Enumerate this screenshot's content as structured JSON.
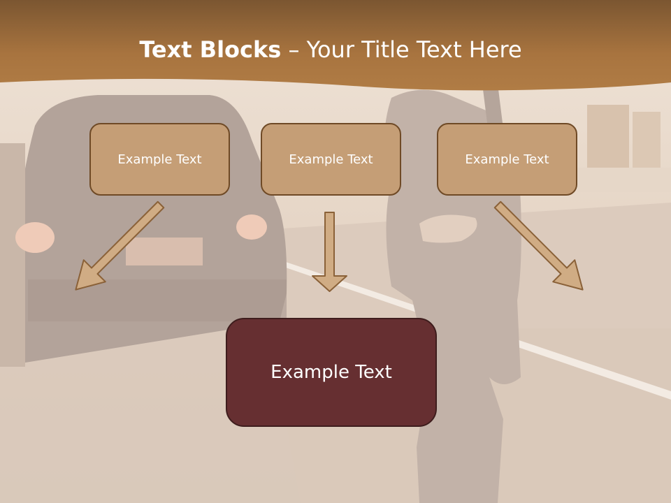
{
  "slide": {
    "title_bold": "Text Blocks",
    "title_dash": " – ",
    "title_rest": "Your Title Text Here",
    "boxes": [
      "Example Text",
      "Example Text",
      "Example Text"
    ],
    "target": "Example Text"
  },
  "colors": {
    "header": "#a8743f",
    "box_fill": "#c59e76",
    "box_border": "#6f4a26",
    "target_fill": "#662f31",
    "arrow_fill": "#d0ac84"
  }
}
